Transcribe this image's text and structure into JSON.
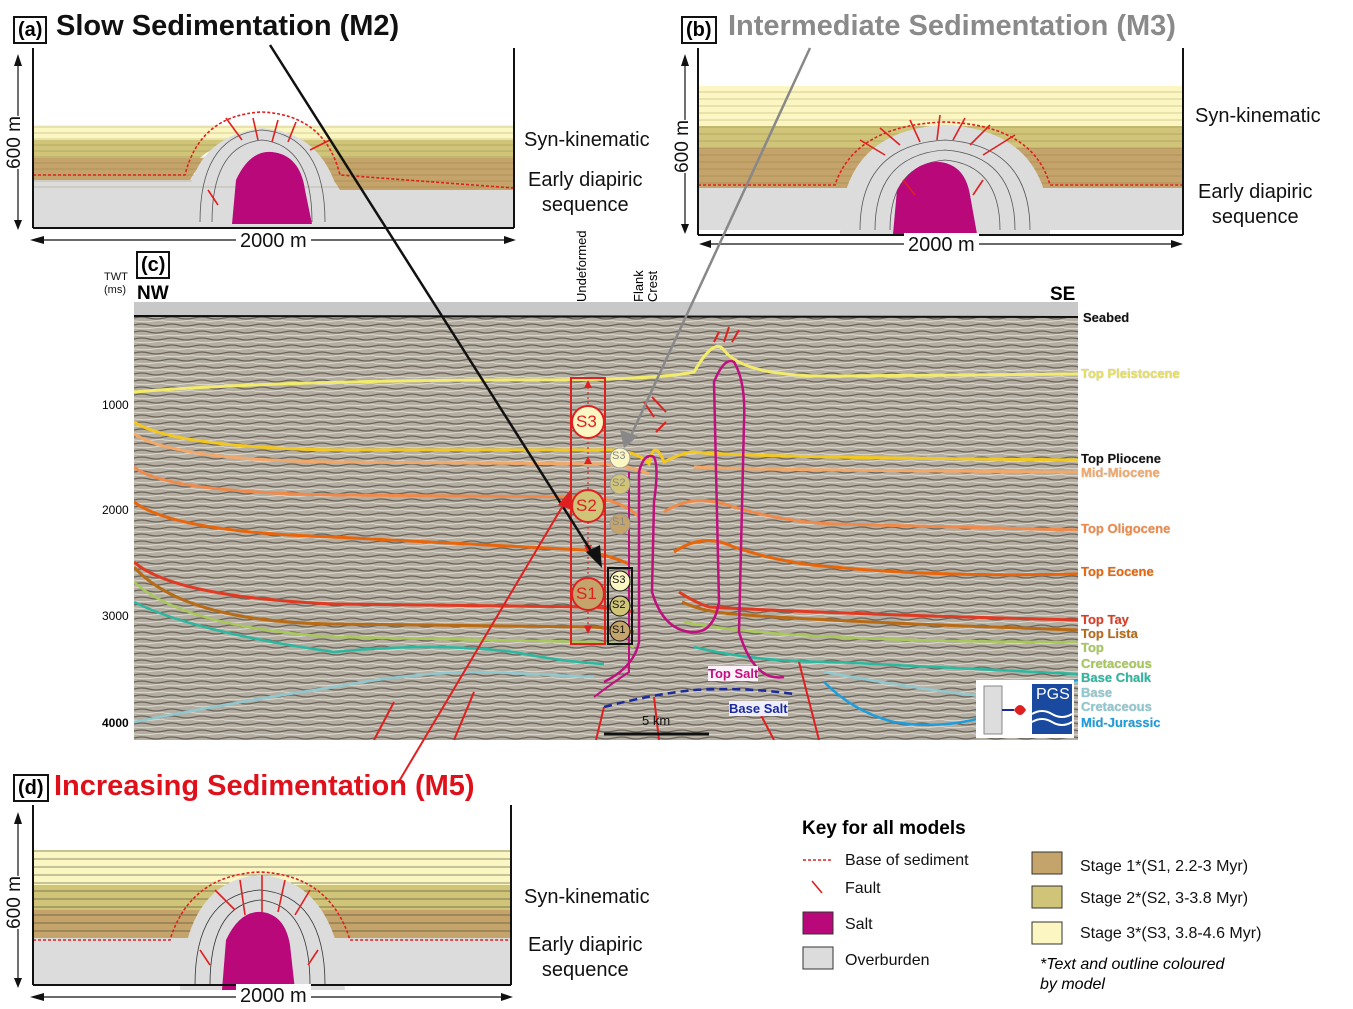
{
  "panels": {
    "a": {
      "letter": "(a)",
      "title": "Slow Sedimentation (M2)",
      "title_color": "#111111",
      "syn_label": "Syn-kinematic",
      "early_label": "Early diapiric\nsequence",
      "height_label": "600 m",
      "width_label": "2000 m"
    },
    "b": {
      "letter": "(b)",
      "title": "Intermediate Sedimentation (M3)",
      "title_color": "#8a8a8a",
      "syn_label": "Syn-kinematic",
      "early_label": "Early diapiric\nsequence",
      "height_label": "600 m",
      "width_label": "2000 m"
    },
    "c": {
      "letter": "(c)",
      "twt_label": "TWT\n(ms)",
      "nw_label": "NW",
      "se_label": "SE",
      "depth_ticks": [
        "1000",
        "2000",
        "3000",
        "4000"
      ],
      "scale_label": "5 km",
      "column_labels": [
        "Undeformed",
        "Flank",
        "Crest"
      ],
      "stage_labels": [
        "S3",
        "S2",
        "S1"
      ],
      "top_salt": "Top Salt",
      "base_salt": "Base Salt",
      "logo_text": "PGS"
    },
    "d": {
      "letter": "(d)",
      "title": "Increasing Sedimentation (M5)",
      "title_color": "#e0101a",
      "syn_label": "Syn-kinematic",
      "early_label": "Early diapiric\nsequence",
      "height_label": "600 m",
      "width_label": "2000 m"
    }
  },
  "horizons": [
    {
      "label": "Seabed",
      "color": "#111111"
    },
    {
      "label": "Top Pleistocene",
      "color": "#e8e05a"
    },
    {
      "label": "Top Pliocene",
      "color": "#b08a00"
    },
    {
      "label": "Mid-Miocene",
      "color": "#f2a868"
    },
    {
      "label": "Top Oligocene",
      "color": "#f08a4a"
    },
    {
      "label": "Top Eocene",
      "color": "#e8650a"
    },
    {
      "label": "Top Tay",
      "color": "#e03a22"
    },
    {
      "label": "Top Lista",
      "color": "#b86a14"
    },
    {
      "label": "Top",
      "color": "#a8c85a"
    },
    {
      "label": "Cretaceous",
      "color": "#a8c85a"
    },
    {
      "label": "Base Chalk",
      "color": "#2ab8a0"
    },
    {
      "label": "Base",
      "color": "#90c8d0"
    },
    {
      "label": "Cretaceous",
      "color": "#90c8d0"
    },
    {
      "label": "Mid-Jurassic",
      "color": "#1a9ee0"
    }
  ],
  "key": {
    "title": "Key for all models",
    "items": [
      {
        "label": "Base of sediment",
        "icon": "dashed-red-line-icon"
      },
      {
        "label": "Fault",
        "icon": "fault-line-icon"
      },
      {
        "label": "Salt",
        "icon": "salt-swatch-icon",
        "color": "#b8087a"
      },
      {
        "label": "Overburden",
        "icon": "overburden-swatch-icon",
        "color": "#dcdcdc"
      }
    ],
    "stages": [
      {
        "label": "Stage 1*(S1, 2.2-3 Myr)",
        "color": "#c4a46a"
      },
      {
        "label": "Stage 2*(S2, 3-3.8 Myr)",
        "color": "#cfc478"
      },
      {
        "label": "Stage 3*(S3, 3.8-4.6 Myr)",
        "color": "#fbf6c2"
      }
    ],
    "footnote": "*Text and outline coloured\nby model"
  },
  "colors": {
    "salt": "#b8087a",
    "overburden": "#dcdcdc",
    "stage1": "#c4a46a",
    "stage2": "#cfc478",
    "stage3": "#fbf6c2",
    "fault": "#e02020",
    "base_salt": "#1a2a9a"
  }
}
